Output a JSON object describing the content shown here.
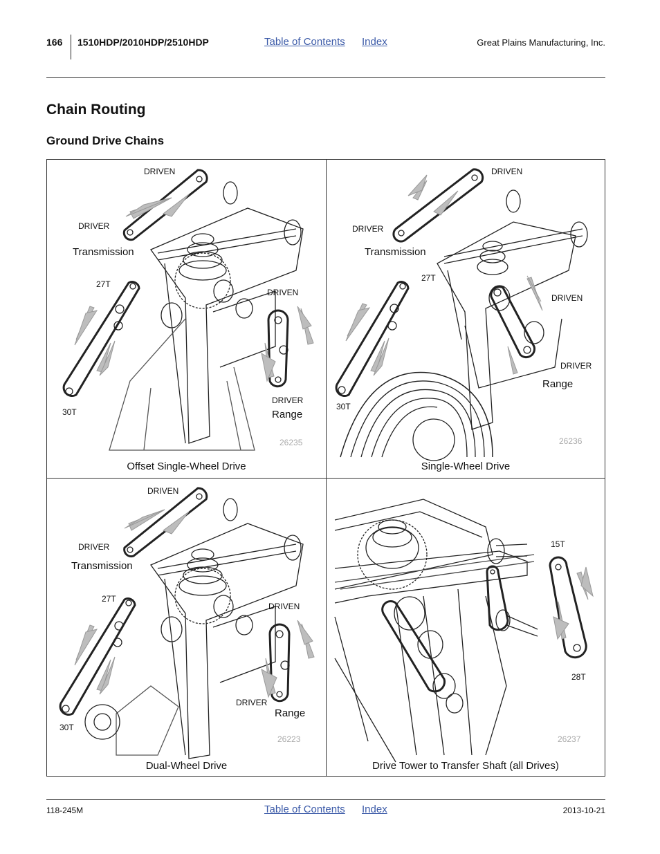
{
  "header": {
    "page_number": "166",
    "model": "1510HDP/2010HDP/2510HDP",
    "toc_link": "Table of Contents",
    "index_link": "Index",
    "company": "Great Plains Manufacturing, Inc."
  },
  "title": "Chain Routing",
  "subtitle": "Ground Drive Chains",
  "figures": [
    {
      "caption": "Offset Single-Wheel Drive",
      "number": "26235",
      "labels": {
        "driven_top": "DRIVEN",
        "driver_top": "DRIVER",
        "transmission": "Transmission",
        "t27": "27T",
        "t30": "30T",
        "driven_right": "DRIVEN",
        "driver_right": "DRIVER",
        "range": "Range"
      }
    },
    {
      "caption": "Single-Wheel Drive",
      "number": "26236",
      "labels": {
        "driven_top": "DRIVEN",
        "driver_top": "DRIVER",
        "transmission": "Transmission",
        "t27": "27T",
        "t30": "30T",
        "driven_right": "DRIVEN",
        "driver_right": "DRIVER",
        "range": "Range"
      }
    },
    {
      "caption": "Dual-Wheel Drive",
      "number": "26223",
      "labels": {
        "driven_top": "DRIVEN",
        "driver_top": "DRIVER",
        "transmission": "Transmission",
        "t27": "27T",
        "t30": "30T",
        "driven_right": "DRIVEN",
        "driver_right": "DRIVER",
        "range": "Range"
      }
    },
    {
      "caption": "Drive Tower to Transfer Shaft (all Drives)",
      "number": "26237",
      "labels": {
        "t15": "15T",
        "t28": "28T"
      }
    }
  ],
  "footer": {
    "doc_number": "118-245M",
    "toc_link": "Table of Contents",
    "index_link": "Index",
    "date": "2013-10-21"
  }
}
